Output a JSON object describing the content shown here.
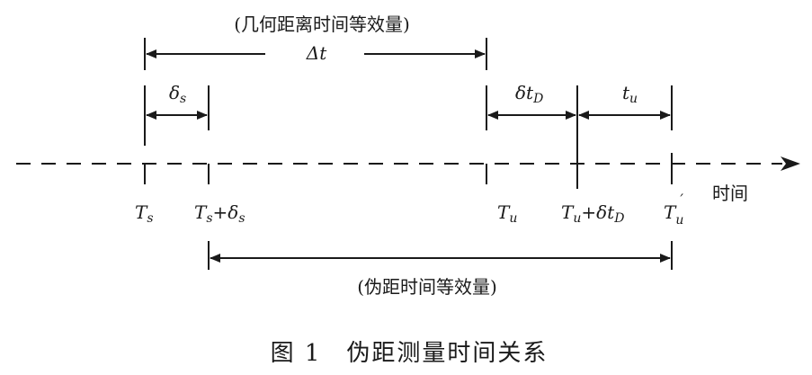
{
  "top_range_label": "(几何距离时间等效量)",
  "bottom_range_label": "(伪距时间等效量)",
  "axis_label": "时间",
  "caption": "图 1　伪距测量时间关系",
  "interval_labels": {
    "delta_t": "Δt",
    "delta_s": "δ",
    "delta_s_sub": "s",
    "delta_tD": "δt",
    "delta_tD_sub": "D",
    "t_u": "t",
    "t_u_sub": "u"
  },
  "tick_labels": {
    "Ts": "T",
    "Ts_sub": "s",
    "Ts_delta_a": "T",
    "Ts_delta_a_sub": "s",
    "Ts_delta_b": "+δ",
    "Ts_delta_b_sub": "s",
    "Tu": "T",
    "Tu_sub": "u",
    "Tu_delta_a": "T",
    "Tu_delta_a_sub": "u",
    "Tu_delta_b": "+δt",
    "Tu_delta_b_sub": "D",
    "Tu_prime": "T",
    "Tu_prime_sub": "u",
    "Tu_prime_mark": "′"
  }
}
